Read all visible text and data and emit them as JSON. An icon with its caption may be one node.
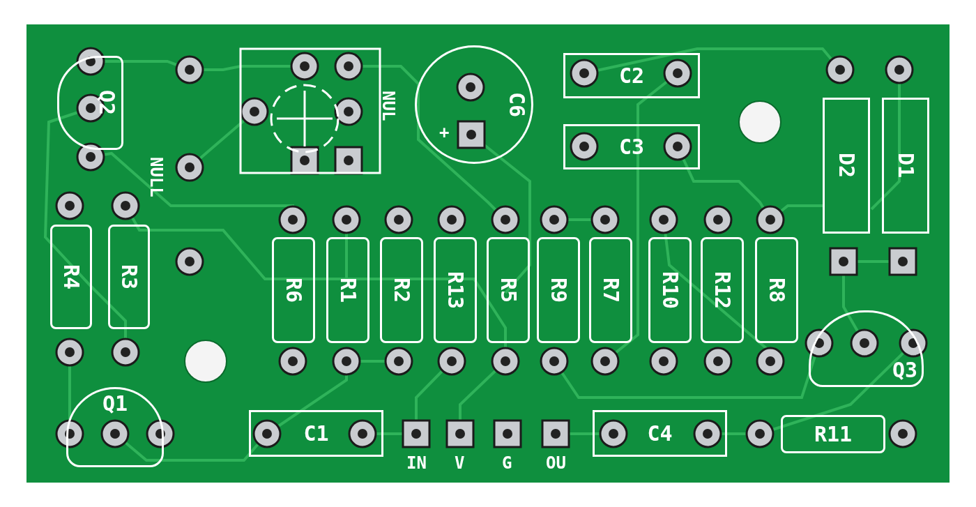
{
  "diagram": {
    "nodes": [
      {
        "text": [
          "Q2"
        ]
      },
      {
        "text": [
          "C6"
        ]
      },
      {
        "text": [
          "C2"
        ]
      },
      {
        "text": [
          "C3"
        ]
      },
      {
        "text": [
          "D2"
        ]
      },
      {
        "text": [
          "D1"
        ]
      },
      {
        "text": [
          "R4"
        ]
      },
      {
        "text": [
          "R3"
        ]
      },
      {
        "text": [
          "R6"
        ]
      },
      {
        "text": [
          "R1"
        ]
      },
      {
        "text": [
          "R2"
        ]
      },
      {
        "text": [
          "R13"
        ]
      },
      {
        "text": [
          "R5"
        ]
      },
      {
        "text": [
          "R9"
        ]
      },
      {
        "text": [
          "R7"
        ]
      },
      {
        "text": [
          "R10"
        ]
      },
      {
        "text": [
          "R12"
        ]
      },
      {
        "text": [
          "R8"
        ]
      },
      {
        "text": [
          "Q3"
        ]
      },
      {
        "text": [
          "Q1"
        ]
      },
      {
        "text": [
          "C1"
        ]
      },
      {
        "text": [
          "C4"
        ]
      },
      {
        "text": [
          "R11"
        ]
      }
    ],
    "labels": [
      "NULL",
      "NUL",
      "+",
      "IN",
      "V",
      "G",
      "OU"
    ]
  }
}
